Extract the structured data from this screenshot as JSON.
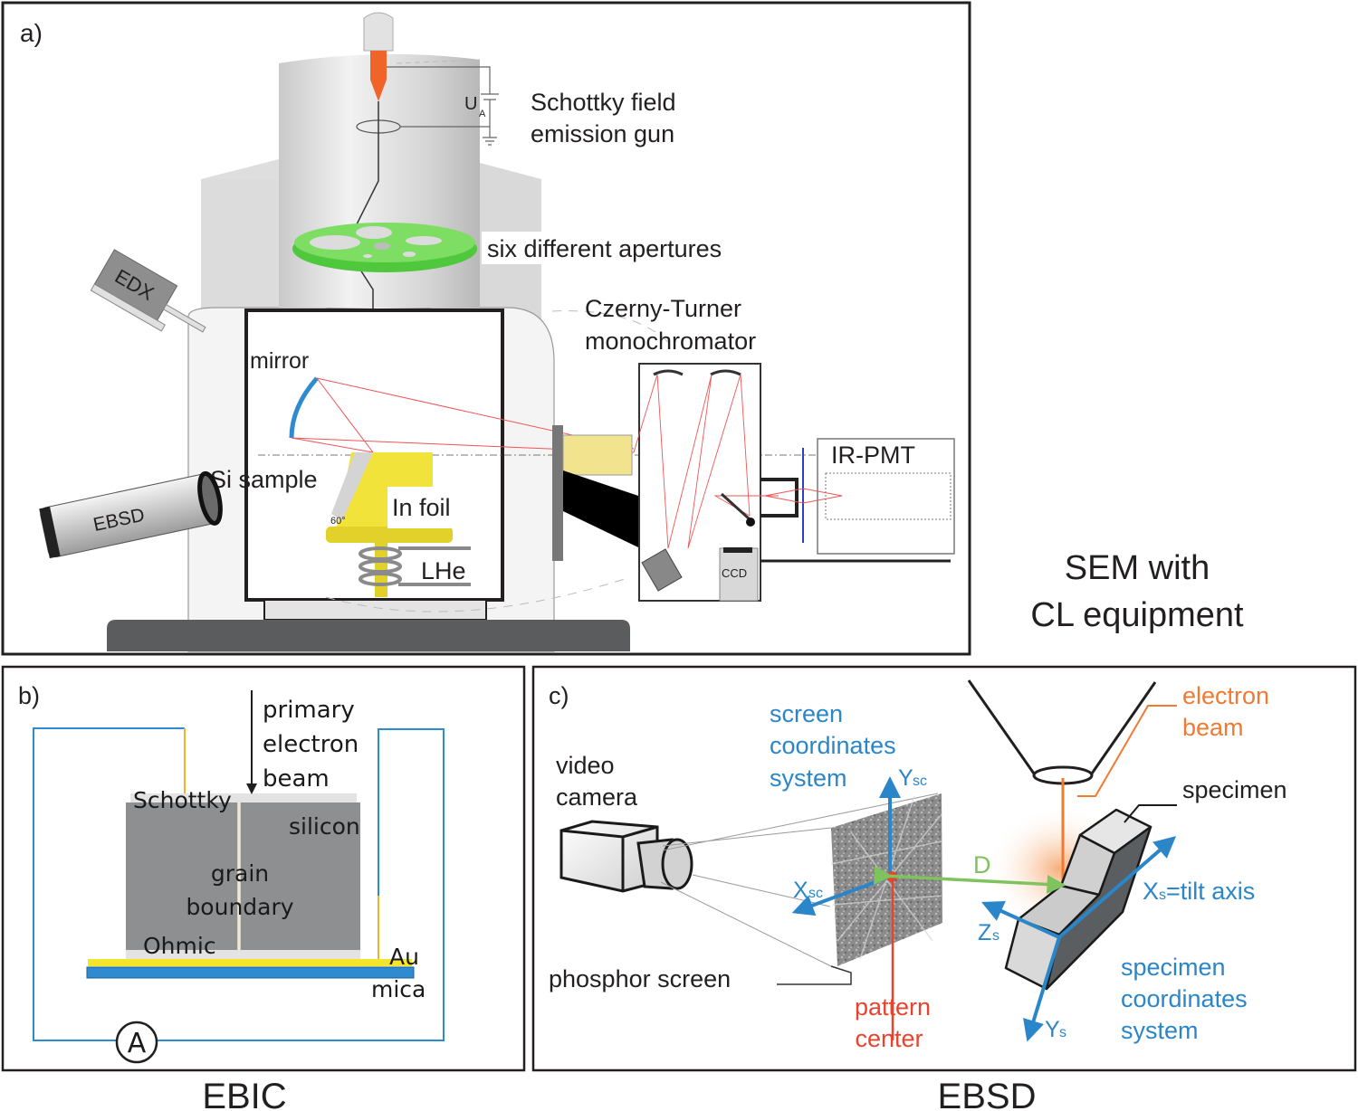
{
  "panel_a": {
    "tag": "a)",
    "labels": {
      "gun_line1": "Schottky field",
      "gun_line2": "emission gun",
      "voltage": "U",
      "voltage_sub": "A",
      "apertures": "six different apertures",
      "mono_line1": "Czerny-Turner",
      "mono_line2": "monochromator",
      "mirror": "mirror",
      "si_sample": "Si sample",
      "in_foil": "In foil",
      "angle": "60°",
      "lhe": "LHe",
      "ir_pmt": "IR-PMT",
      "edx": "EDX",
      "ebsd_detector": "EBSD",
      "ccd": "CCD"
    },
    "caption_line1": "SEM with",
    "caption_line2": "CL equipment"
  },
  "panel_b": {
    "tag": "b)",
    "labels": {
      "beam_line1": "primary",
      "beam_line2": "electron",
      "beam_line3": "beam",
      "schottky": "Schottky",
      "silicon": "silicon",
      "grain1": "grain",
      "grain2": "boundary",
      "ohmic": "Ohmic",
      "au": "Au",
      "mica": "mica",
      "ammeter": "A"
    },
    "caption": "EBIC"
  },
  "panel_c": {
    "tag": "c)",
    "labels": {
      "camera_line1": "video",
      "camera_line2": "camera",
      "screen_coord1": "screen",
      "screen_coord2": "coordinates",
      "screen_coord3": "system",
      "ysc": "Y",
      "ysc_sub": "sc",
      "xsc": "X",
      "xsc_sub": "sc",
      "phosphor": "phosphor screen",
      "pattern1": "pattern",
      "pattern2": "center",
      "d": "D",
      "beam1": "electron",
      "beam2": "beam",
      "specimen": "specimen",
      "xs": "X",
      "xs_sub": "s",
      "xs_suffix": " =tilt axis",
      "zs": "Z",
      "zs_sub": "s",
      "ys": "Y",
      "ys_sub": "s",
      "spec_coord1": "specimen",
      "spec_coord2": "coordinates",
      "spec_coord3": "system"
    },
    "caption": "EBSD"
  },
  "colors": {
    "blue": "#2a86c8",
    "red": "#e8432f",
    "orange": "#f07a32",
    "green": "#7ec35e",
    "yellow": "#f2e33a",
    "aperture_green": "#5fcc4a"
  }
}
